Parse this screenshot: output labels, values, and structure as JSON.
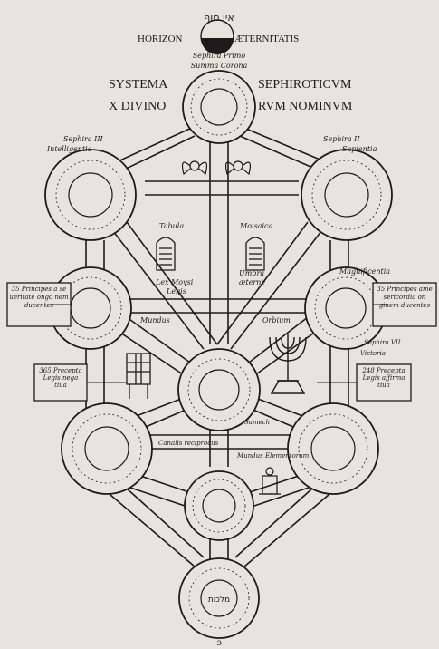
{
  "top_hebrew": "אין סוף",
  "horizon_left": "HORIZON",
  "horizon_right": "ÆTERNITATIS",
  "sephira_primo": "Sephira Primo",
  "summa_corona": "Summa Corona",
  "systema": "SYSTEMA",
  "sephiroticum": "SEPHIROTICVM",
  "x_divino": "X DIVINO",
  "rum_nominum": "RVM NOMINVM",
  "sephira_3": "Sephira III",
  "intelligentia": "Intelligentia",
  "sephira_2": "Sephira II",
  "sapientia": "Sapientia",
  "tabula": "Tabula",
  "moisaica": "Moisaica",
  "lex_moysi": "Lex Moysi",
  "umbra": "Umbra",
  "legis": "Legis",
  "aeterne": "æterne",
  "mundus": "Mundus",
  "orbium": "Orbium",
  "magnificentia": "Magnificentia",
  "principes_left": "35 Principes ã sé ueritate ongo nem ducentes",
  "principes_right": "35 Principes ame sericordia on ginem ducentes",
  "precepta_left": "365 Precepta Legis nega tiua",
  "precepta_right": "248 Precepta Legis affirma tiua",
  "victoria": "Victoria",
  "sephira_7": "Sephira VII",
  "samech": "Samech",
  "canalis_reciprocus": "Canalis reciprocus",
  "mundus_elementorum": "Mundus Elementorum",
  "malkuth_heb": "מלכות",
  "bottom_mark": "ɔ"
}
